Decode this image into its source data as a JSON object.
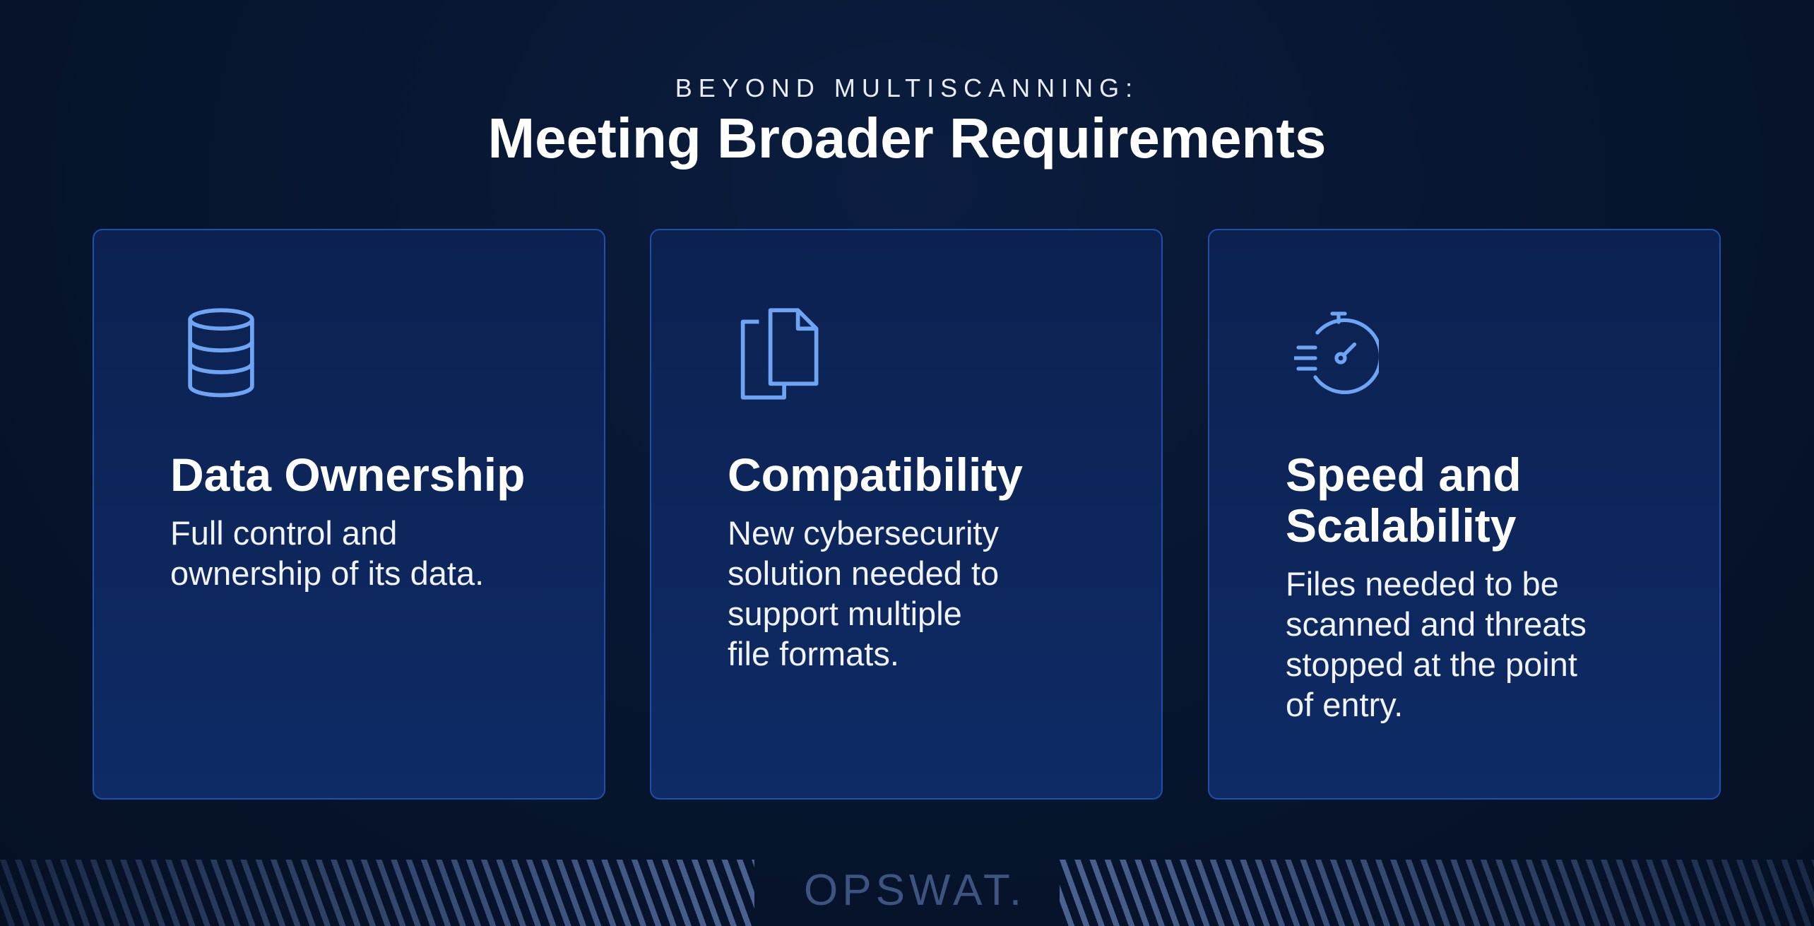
{
  "header": {
    "eyebrow": "BEYOND MULTISCANNING:",
    "title": "Meeting Broader Requirements"
  },
  "cards": [
    {
      "icon": "database-icon",
      "title": "Data Ownership",
      "body_lines": [
        "Full control and",
        "ownership of its data."
      ]
    },
    {
      "icon": "documents-icon",
      "title": "Compatibility",
      "body_lines": [
        "New cybersecurity",
        "solution needed to",
        "support multiple",
        "file formats."
      ]
    },
    {
      "icon": "stopwatch-icon",
      "title_lines": [
        "Speed and",
        "Scalability"
      ],
      "body_lines": [
        "Files needed to be",
        "scanned and threats",
        "stopped at the point",
        "of entry."
      ]
    }
  ],
  "footer": {
    "logo": "OPSWAT."
  },
  "colors": {
    "accent": "#6fa4f5",
    "card_border": "#1f4fa8"
  }
}
